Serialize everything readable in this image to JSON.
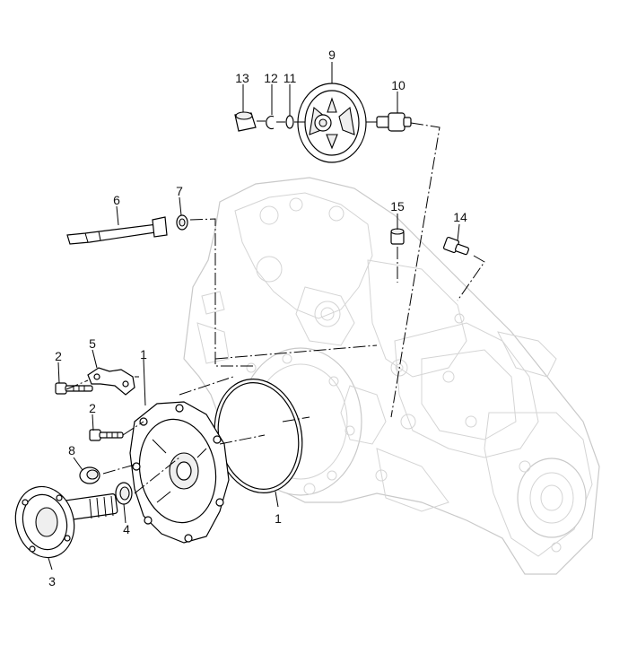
{
  "diagram": {
    "labels": {
      "l1a": "1",
      "l1b": "1",
      "l2a": "2",
      "l2b": "2",
      "l3": "3",
      "l4": "4",
      "l5": "5",
      "l6": "6",
      "l7": "7",
      "l8": "8",
      "l9": "9",
      "l10": "10",
      "l11": "11",
      "l12": "12",
      "l13": "13",
      "l14": "14",
      "l15": "15"
    }
  }
}
